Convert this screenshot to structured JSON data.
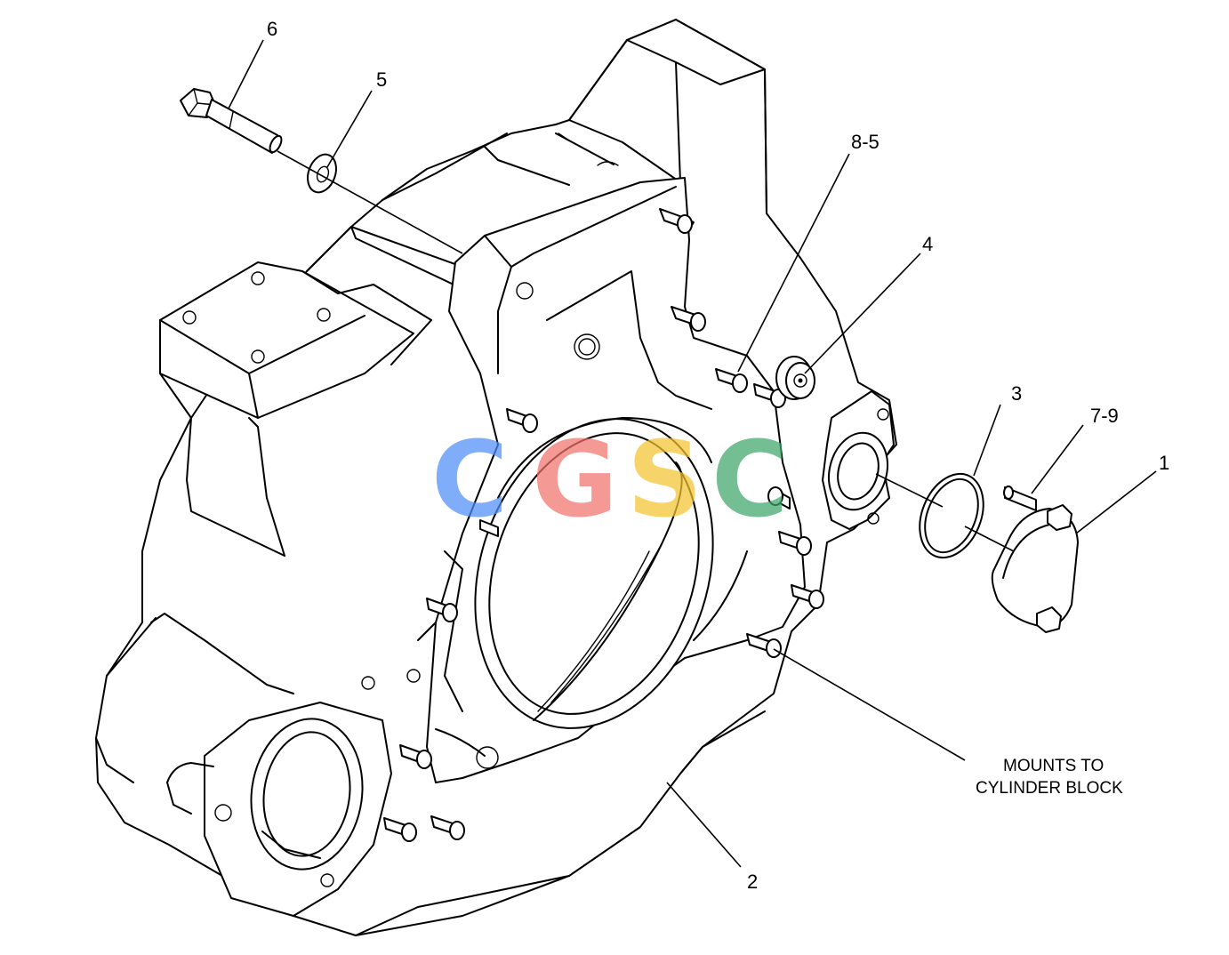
{
  "callouts": {
    "c1": "1",
    "c2": "2",
    "c3": "3",
    "c4": "4",
    "c5": "5",
    "c6": "6",
    "c7": "7-9",
    "c8": "8-5"
  },
  "note": {
    "line1": "MOUNTS TO",
    "line2": "CYLINDER BLOCK"
  },
  "watermark": {
    "letters": [
      "C",
      "G",
      "S",
      "C"
    ],
    "colors": [
      "#4f8ef7",
      "#f0736a",
      "#f4c430",
      "#3fa66b"
    ]
  }
}
